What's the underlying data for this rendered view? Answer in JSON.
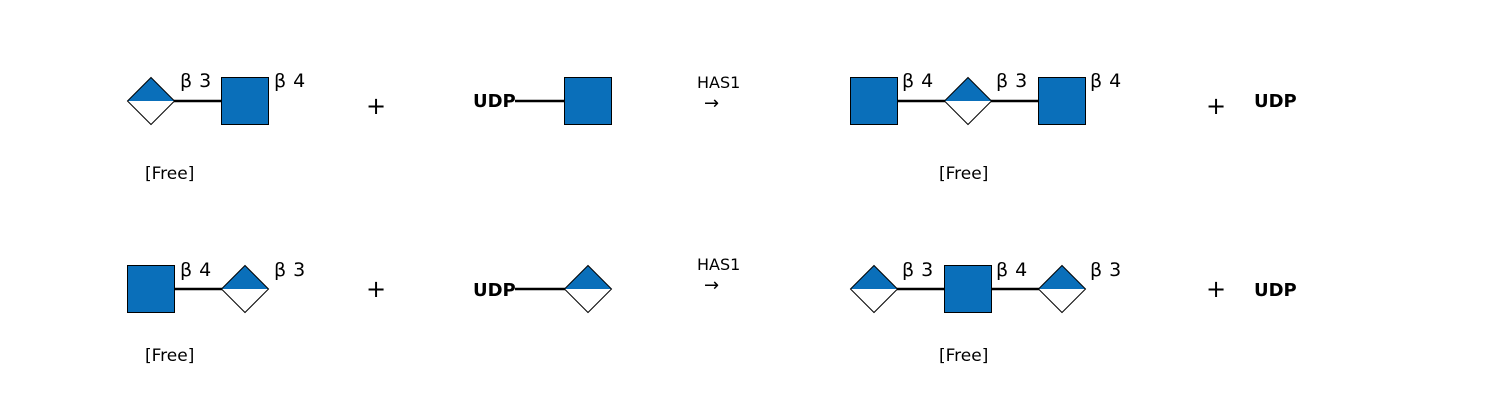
{
  "colors": {
    "glycan_fill": "#0a6fba",
    "outline": "#000000",
    "background": "#ffffff"
  },
  "icons": {
    "square": "square-icon",
    "diamond": "half-filled-diamond-icon"
  },
  "reactions": [
    {
      "substrate": {
        "residues": [
          "diamond",
          "square"
        ],
        "links": [
          "β 3",
          "β 4"
        ],
        "tag": "[Free]"
      },
      "plus_left": "+",
      "donor": {
        "label": "UDP",
        "residue": "square"
      },
      "enzyme": "HAS1",
      "arrow": "→",
      "product": {
        "residues": [
          "square",
          "diamond",
          "square"
        ],
        "links": [
          "β 4",
          "β 3",
          "β 4"
        ],
        "tag": "[Free]"
      },
      "plus_right": "+",
      "byproduct": "UDP"
    },
    {
      "substrate": {
        "residues": [
          "square",
          "diamond"
        ],
        "links": [
          "β 4",
          "β 3"
        ],
        "tag": "[Free]"
      },
      "plus_left": "+",
      "donor": {
        "label": "UDP",
        "residue": "diamond"
      },
      "enzyme": "HAS1",
      "arrow": "→",
      "product": {
        "residues": [
          "diamond",
          "square",
          "diamond"
        ],
        "links": [
          "β 3",
          "β 4",
          "β 3"
        ],
        "tag": "[Free]"
      },
      "plus_right": "+",
      "byproduct": "UDP"
    }
  ]
}
